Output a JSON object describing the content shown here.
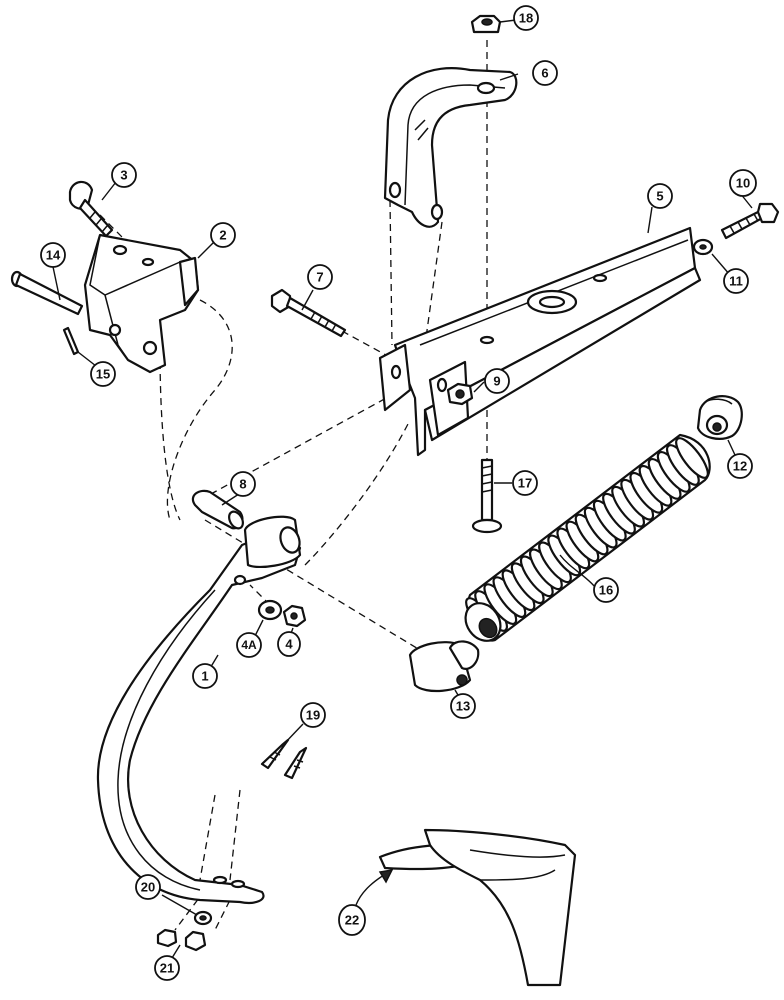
{
  "callouts": {
    "c1": "1",
    "c2": "2",
    "c3": "3",
    "c4": "4",
    "c4a": "4A",
    "c5": "5",
    "c6": "6",
    "c7": "7",
    "c8": "8",
    "c9": "9",
    "c10": "10",
    "c11": "11",
    "c12": "12",
    "c13": "13",
    "c14": "14",
    "c15": "15",
    "c16": "16",
    "c17": "17",
    "c18": "18",
    "c19": "19",
    "c20": "20",
    "c21": "21",
    "c22": "22"
  }
}
